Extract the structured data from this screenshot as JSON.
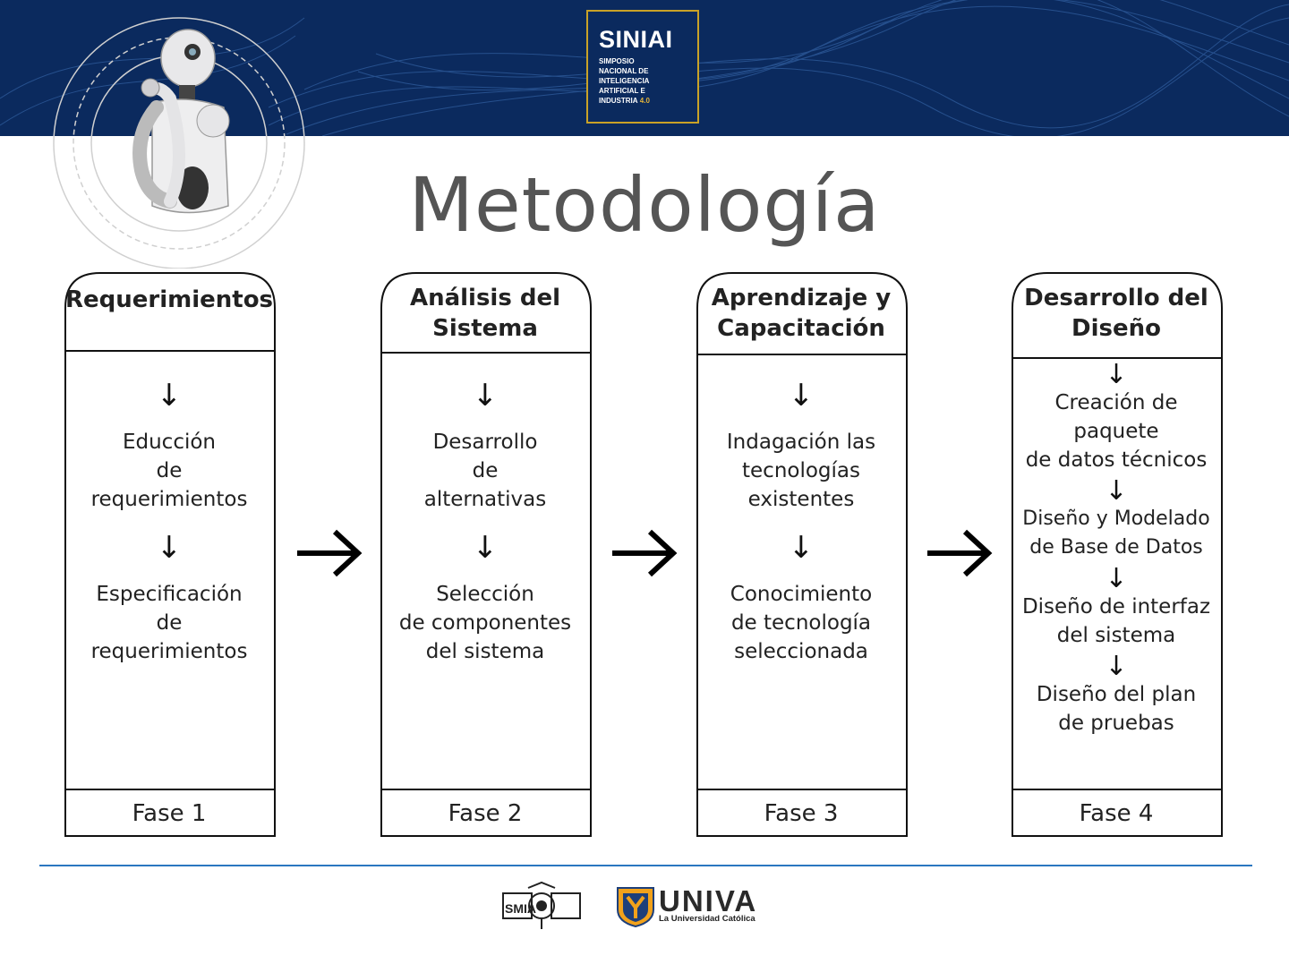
{
  "header": {
    "logo_title": "SINIAI",
    "logo_lines": [
      "SIMPOSIO",
      "NACIONAL DE",
      "INTELIGENCIA",
      "ARTIFICIAL E"
    ],
    "logo_last_line": "INDUSTRIA",
    "logo_version": "4.0",
    "colors": {
      "banner": "#0b2a5e",
      "logo_border": "#c9a227",
      "accent": "#e3b33a"
    }
  },
  "title": "Metodología",
  "phases": [
    {
      "header": "Requerimientos",
      "steps": [
        "Educción\nde\nrequerimientos",
        "Especificación\nde\nrequerimientos"
      ],
      "footer": "Fase 1"
    },
    {
      "header": "Análisis del\nSistema",
      "steps": [
        "Desarrollo\nde\nalternativas",
        "Selección\nde componentes\ndel sistema"
      ],
      "footer": "Fase 2"
    },
    {
      "header": "Aprendizaje y\nCapacitación",
      "steps": [
        "Indagación las\ntecnologías\nexistentes",
        "Conocimiento\nde tecnología\nseleccionada"
      ],
      "footer": "Fase 3"
    },
    {
      "header": "Desarrollo del\nDiseño",
      "steps": [
        "Creación de\npaquete\nde datos técnicos",
        "Diseño y Modelado\nde Base de Datos",
        "Diseño de interfaz\ndel sistema",
        "Diseño del plan\nde pruebas"
      ],
      "footer": "Fase 4"
    }
  ],
  "step_arrow": "↓",
  "footer": {
    "logo1_text": "SMIA",
    "univa_name": "UNIVA",
    "univa_tagline": "La Universidad Católica",
    "line_color": "#2b77c0"
  }
}
